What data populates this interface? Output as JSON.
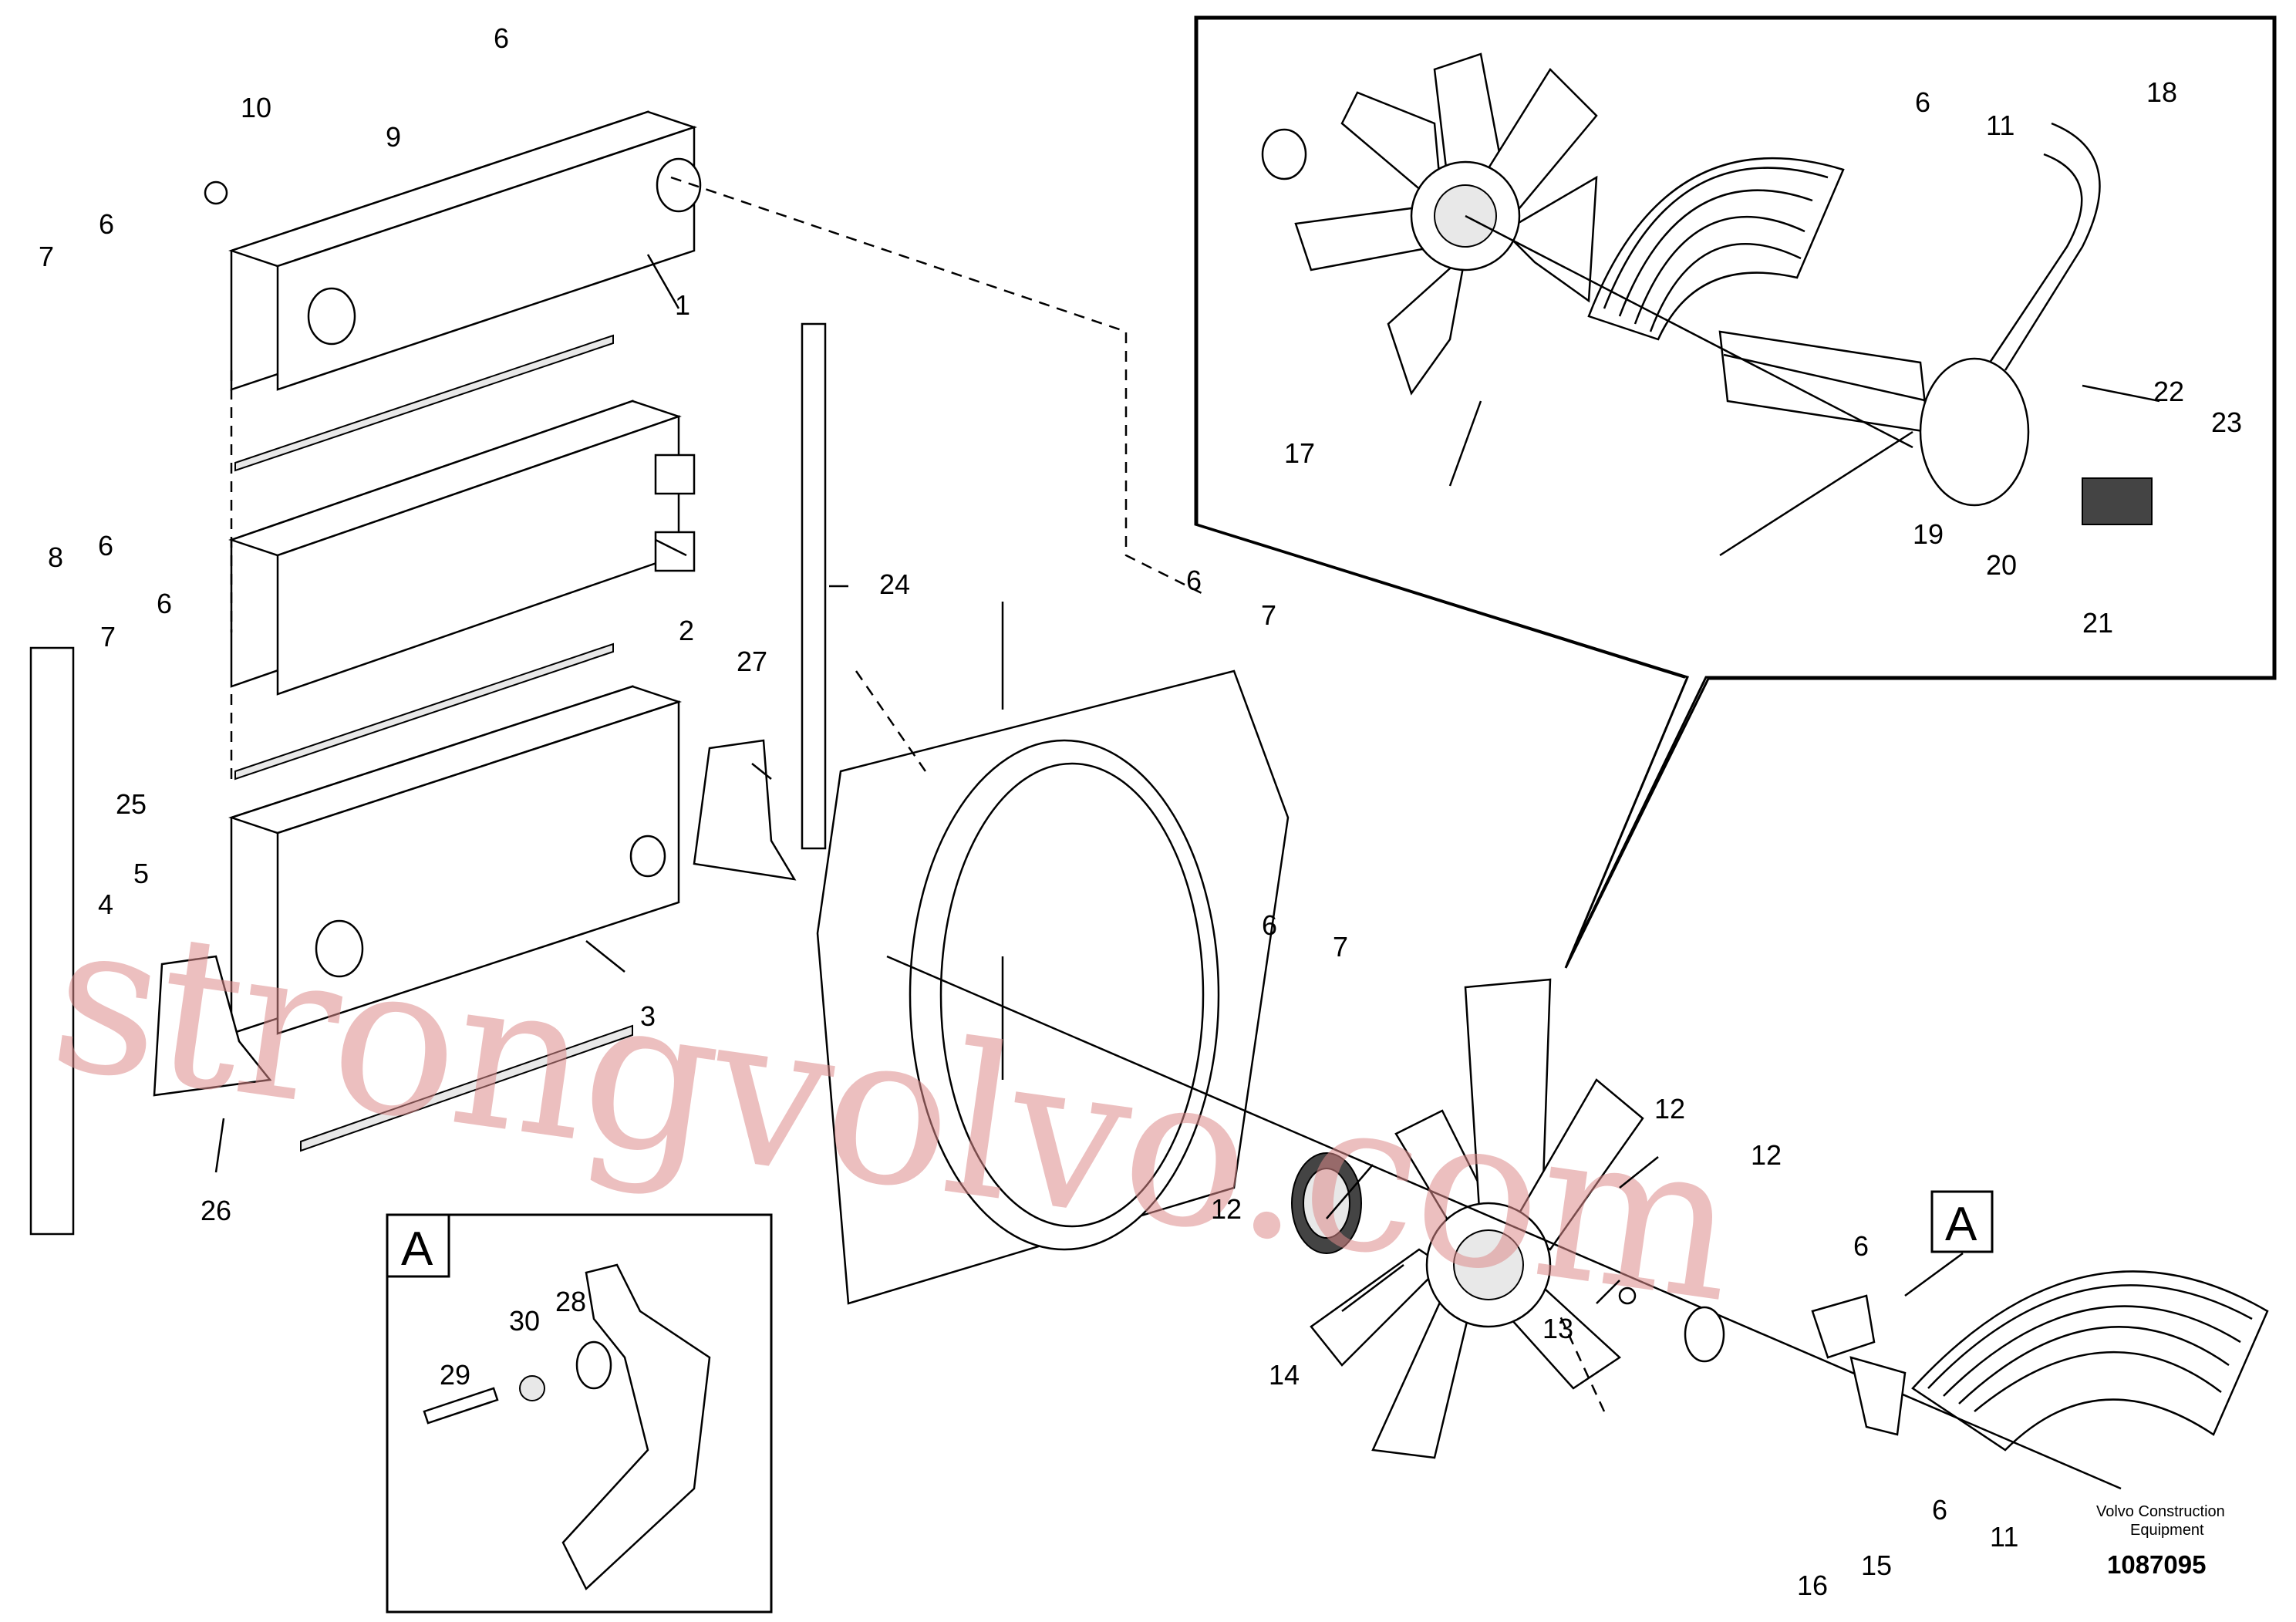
{
  "diagram": {
    "callouts": {
      "c1": "1",
      "c2": "2",
      "c3": "3",
      "c4": "4",
      "c5": "5",
      "c6a": "6",
      "c6b": "6",
      "c6c": "6",
      "c6d": "6",
      "c6e": "6",
      "c6f": "6",
      "c6g": "6",
      "c6h": "6",
      "c7a": "7",
      "c7b": "7",
      "c7c": "7",
      "c7d": "7",
      "c8": "8",
      "c9": "9",
      "c10": "10",
      "c11a": "11",
      "c11b": "11",
      "c12a": "12",
      "c12b": "12",
      "c12c": "12",
      "c13": "13",
      "c14": "14",
      "c15": "15",
      "c16": "16",
      "c17": "17",
      "c18": "18",
      "c19": "19",
      "c20": "20",
      "c21": "21",
      "c22": "22",
      "c23": "23",
      "c24": "24",
      "c25": "25",
      "c26": "26",
      "c27": "27",
      "c28": "28",
      "c29": "29",
      "c30": "30"
    },
    "detail_labels": {
      "inset_a": "A",
      "fan_a": "A"
    },
    "watermark": "strongvolvo.com",
    "footer": {
      "brand_line1": "Volvo Construction",
      "brand_line2": "Equipment",
      "drawing_number": "1087095"
    }
  }
}
